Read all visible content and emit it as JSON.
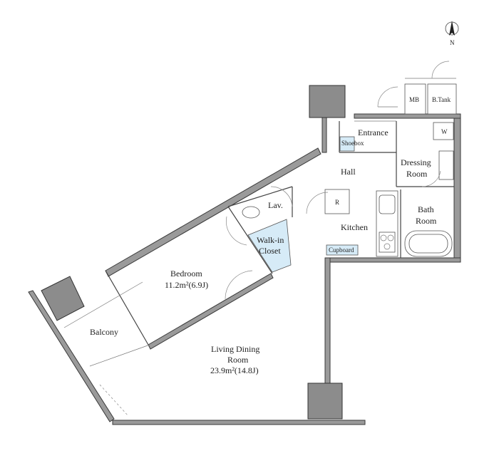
{
  "compass": {
    "label": "N"
  },
  "rooms": {
    "entrance": "Entrance",
    "shoebox": "Shoebox",
    "mb": "MB",
    "btank": "B.Tank",
    "w": "W",
    "hall": "Hall",
    "dressing_1": "Dressing",
    "dressing_2": "Room",
    "bath_1": "Bath",
    "bath_2": "Room",
    "lav": "Lav.",
    "r": "R",
    "kitchen": "Kitchen",
    "cupboard": "Cupboard",
    "walkin_1": "Walk-in",
    "walkin_2": "Closet",
    "bedroom_1": "Bedroom",
    "bedroom_2": "11.2m²(6.9J)",
    "balcony": "Balcony",
    "ldr_1": "Living Dining",
    "ldr_2": "Room",
    "ldr_3": "23.9m²(14.8J)"
  }
}
